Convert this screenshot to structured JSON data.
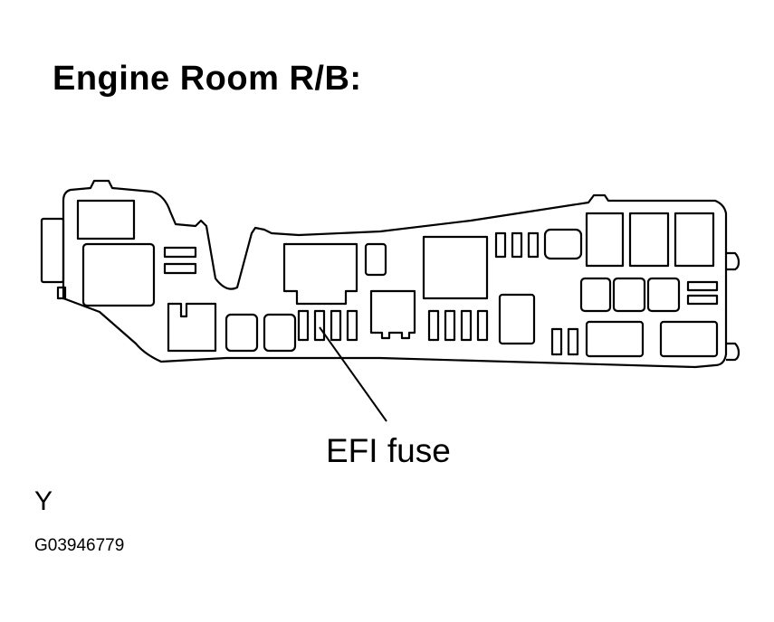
{
  "title": "Engine Room R/B:",
  "callout": {
    "label": "EFI fuse"
  },
  "view_letter": "Y",
  "figure_code": "G03946779",
  "colors": {
    "line": "#000000",
    "background": "#ffffff"
  }
}
